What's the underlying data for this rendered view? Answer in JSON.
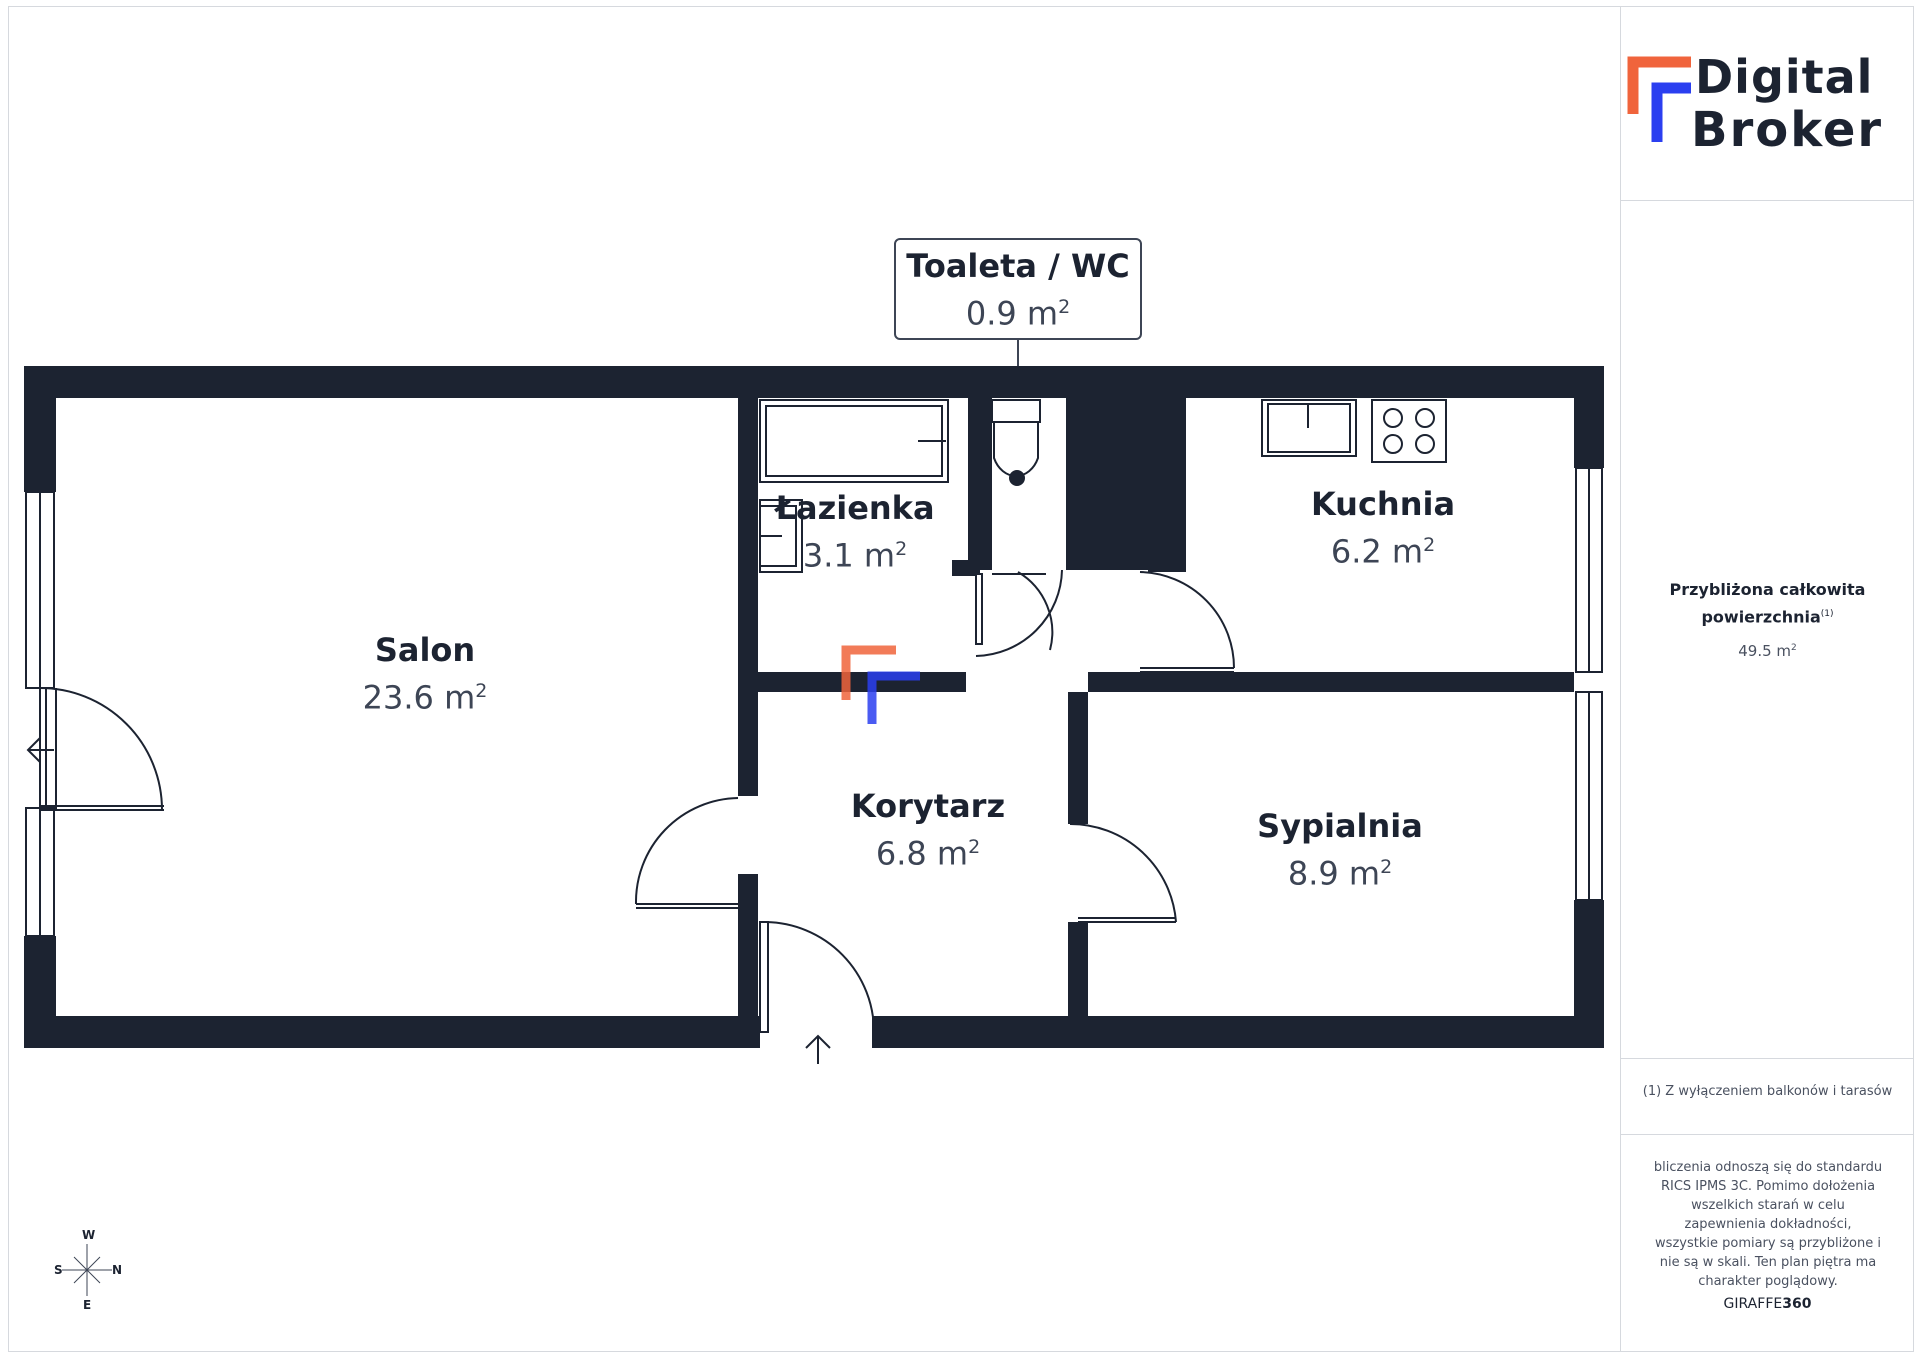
{
  "logo": {
    "line1": "Digital",
    "line2": "Broker"
  },
  "summary": {
    "label": "Przybliżona całkowita powierzchnia",
    "footnote_mark": "(1)",
    "value": "49.5 m",
    "unit_sup": "2"
  },
  "footnote": "(1) Z wyłączeniem balkonów i tarasów",
  "disclaimer": "bliczenia odnoszą się do standardu RICS IPMS 3C. Pomimo dołożenia wszelkich starań w celu zapewnienia dokładności, wszystkie pomiary są przybliżone i nie są w skali. Ten plan piętra ma charakter poglądowy.",
  "brand": {
    "part1": "GIRAFFE",
    "part2": "360"
  },
  "rooms": {
    "salon": {
      "name": "Salon",
      "area": "23.6 m",
      "sup": "2"
    },
    "lazienka": {
      "name": "Łazienka",
      "area": "3.1 m",
      "sup": "2"
    },
    "wc": {
      "name": "Toaleta / WC",
      "area": "0.9 m",
      "sup": "2"
    },
    "kuchnia": {
      "name": "Kuchnia",
      "area": "6.2 m",
      "sup": "2"
    },
    "korytarz": {
      "name": "Korytarz",
      "area": "6.8 m",
      "sup": "2"
    },
    "sypialnia": {
      "name": "Sypialnia",
      "area": "8.9 m",
      "sup": "2"
    }
  },
  "compass": {
    "top": "W",
    "bottom": "E",
    "left": "S",
    "right": "N"
  },
  "colors": {
    "wall": "#1c2331",
    "accent_orange": "#f0643c",
    "accent_blue": "#2b3ff0",
    "line": "#3d4555"
  }
}
